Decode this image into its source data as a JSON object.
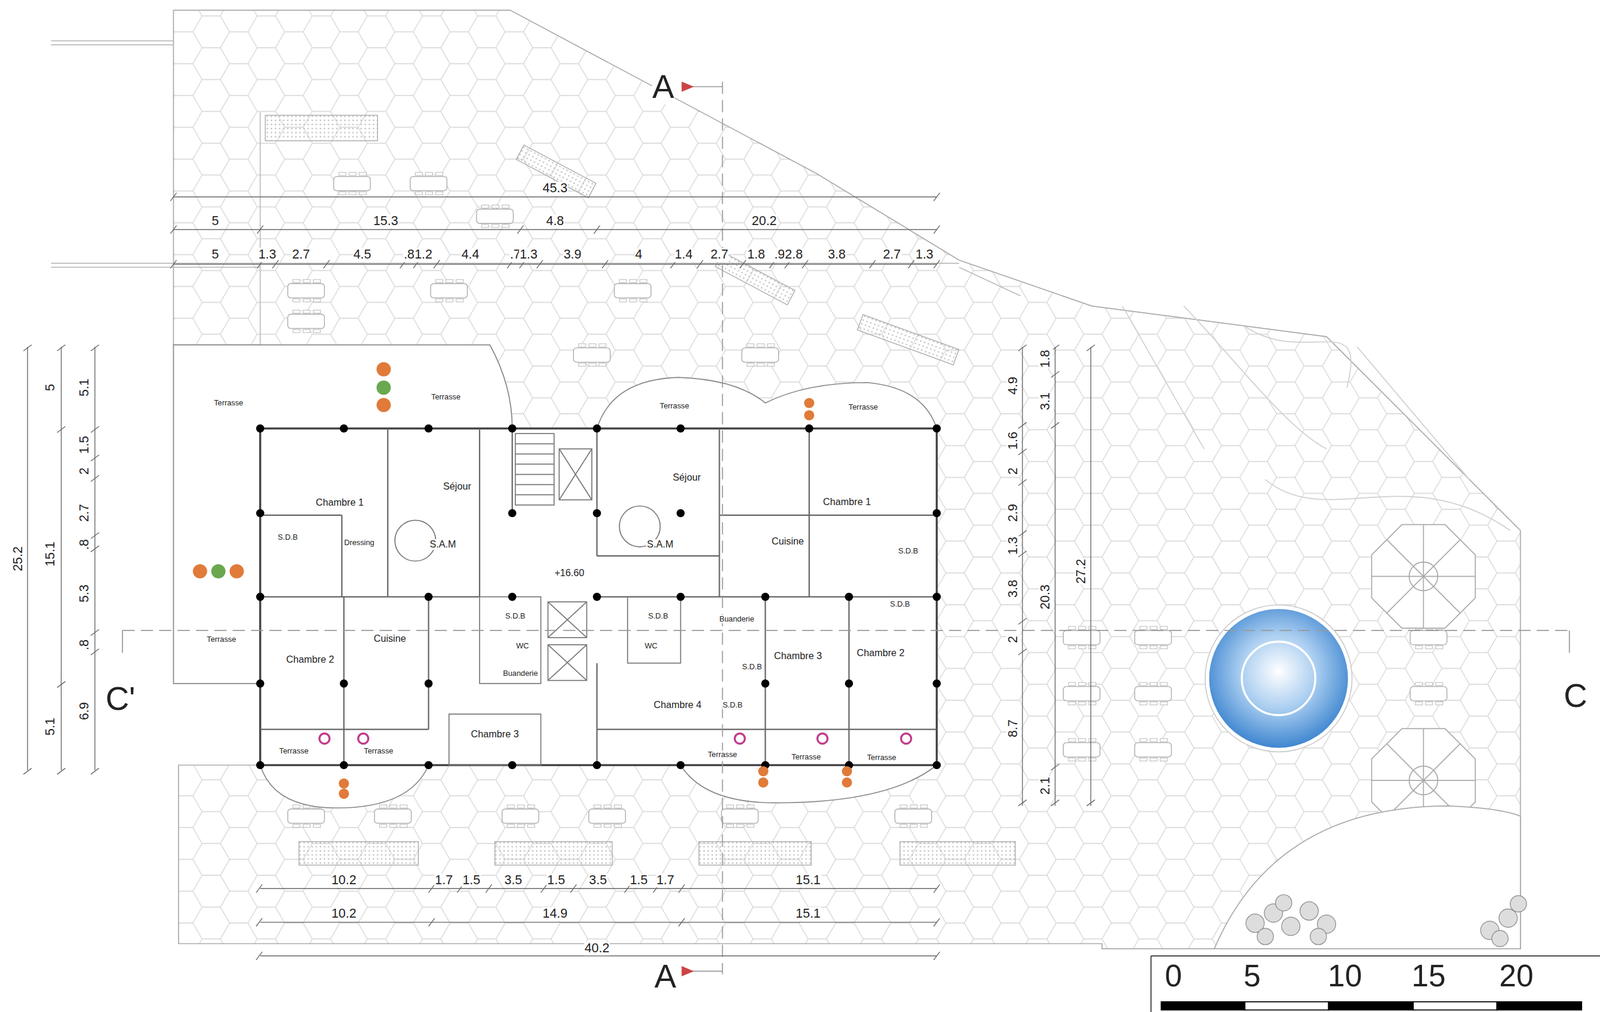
{
  "diagram": {
    "labels": [
      "A",
      "45.3",
      "5",
      "15.3",
      "4.8",
      "20.2",
      "5",
      "1.3",
      "2.7",
      "4.5",
      ".8",
      "1.2",
      "4.4",
      ".7",
      "1.3",
      "3.9",
      "4",
      "1.4",
      "2.7",
      "1.8",
      ".9",
      "2.8",
      "3.8",
      "2.7",
      "1.3",
      "25.2",
      "5",
      "15.1",
      "5.1",
      "5.1",
      "1.5",
      "2",
      "2.7",
      ".8",
      "5.3",
      ".8",
      "6.9",
      "1.8",
      "4.9",
      "3.1",
      "1.6",
      "2",
      "2.9",
      "1.3",
      "27.2",
      "3.8",
      "20.3",
      "2",
      "8.7",
      "2.1",
      "Terrasse",
      "Terrasse",
      "Terrasse",
      "Terrasse",
      "Séjour",
      "Séjour",
      "Chambre 1",
      "Chambre 1",
      "S.D.B",
      "Dressing",
      "S.A.M",
      "S.A.M",
      "Cuisine",
      "S.D.B",
      "+16.60",
      "S.D.B",
      "S.D.B",
      "S.D.B",
      "Buanderie",
      "Terrasse",
      "Cuisine",
      "WC",
      "WC",
      "Chambre 3",
      "Chambre 2",
      "Chambre 2",
      "S.D.B",
      "Buanderie",
      "Chambre 4",
      "S.D.B",
      "Chambre 3",
      "Terrasse",
      "Terrasse",
      "Terrasse",
      "Terrasse",
      "Terrasse",
      "C'",
      "C",
      "10.2",
      "1.7",
      "1.5",
      "3.5",
      "1.5",
      "3.5",
      "1.5",
      "1.7",
      "15.1",
      "10.2",
      "14.9",
      "15.1",
      "40.2",
      "A",
      "0",
      "5",
      "10",
      "15",
      "20"
    ]
  }
}
